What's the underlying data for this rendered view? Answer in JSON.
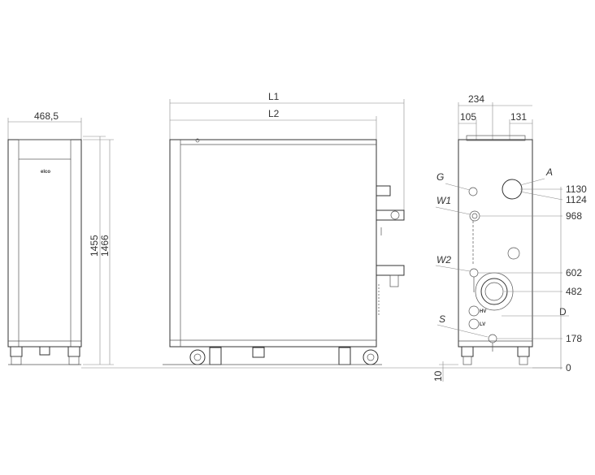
{
  "front_view": {
    "width_dim": "468,5",
    "height_dim_a": "1455",
    "height_dim_b": "1466",
    "logo": "elco"
  },
  "side_view": {
    "length_1": "L1",
    "length_2": "L2"
  },
  "rear_view": {
    "top_dims": [
      "234",
      "105",
      "131"
    ],
    "right_dims": [
      "1130",
      "1124",
      "968",
      "602",
      "482",
      "178",
      "0"
    ],
    "bottom_dim": "10",
    "connection_labels": [
      "G",
      "A",
      "W1",
      "W2",
      "S",
      "D"
    ],
    "small_labels": [
      "HV",
      "LV"
    ]
  }
}
